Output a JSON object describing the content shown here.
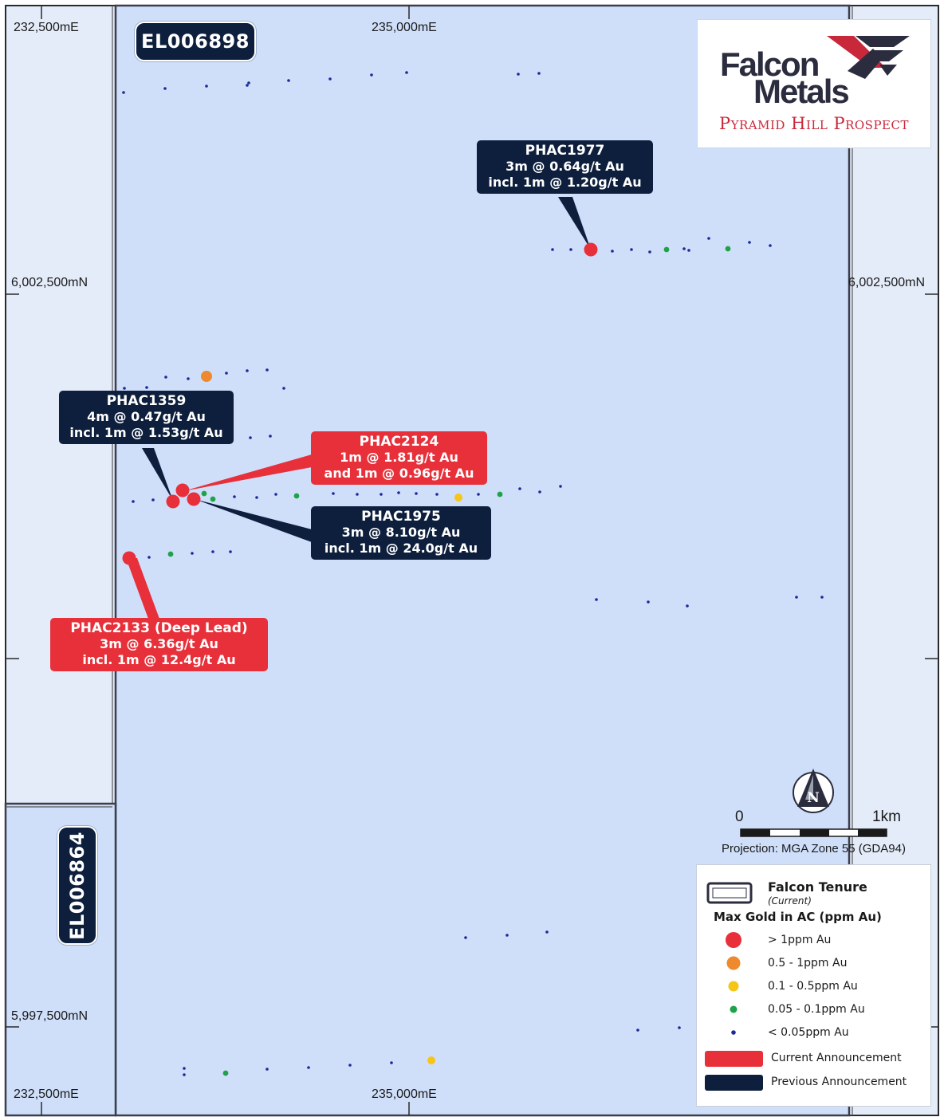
{
  "tenements": {
    "main": "EL006898",
    "southwest": "EL006864"
  },
  "grid_labels": {
    "e_west_top": "232,500mE",
    "e_mid_top": "235,000mE",
    "e_west_bottom": "232,500mE",
    "e_mid_bottom": "235,000mE",
    "n_upper_left": "6,002,500mN",
    "n_upper_right": "6,002,500mN",
    "n_lower_left": "5,997,500mN"
  },
  "logo": {
    "line1": "Falcon",
    "line2": "Metals",
    "subtitle": "Pyramid Hill Prospect"
  },
  "callouts": {
    "phac1977": {
      "title": "PHAC1977",
      "line1": "3m @ 0.64g/t Au",
      "line2": "incl. 1m @ 1.20g/t Au",
      "type": "previous"
    },
    "phac1359": {
      "title": "PHAC1359",
      "line1": "4m @ 0.47g/t Au",
      "line2": "incl. 1m @ 1.53g/t Au",
      "type": "previous"
    },
    "phac2124": {
      "title": "PHAC2124",
      "line1": "1m @ 1.81g/t Au",
      "line2": "and 1m @ 0.96g/t Au",
      "type": "current"
    },
    "phac1975": {
      "title": "PHAC1975",
      "line1": "3m @ 8.10g/t Au",
      "line2": "incl. 1m @ 24.0g/t Au",
      "type": "previous"
    },
    "phac2133": {
      "title": "PHAC2133 (Deep Lead)",
      "line1": "3m @ 6.36g/t Au",
      "line2": "incl. 1m @ 12.4g/t Au",
      "type": "current"
    }
  },
  "north_arrow": {
    "label": "N"
  },
  "scale_bar": {
    "start": "0",
    "end": "1km"
  },
  "projection": "Projection: MGA Zone 55 (GDA94)",
  "legend": {
    "tenure_title": "Falcon Tenure",
    "tenure_sub": "(Current)",
    "gold_title": "Max Gold in AC (ppm Au)",
    "classes": [
      {
        "label": "> 1ppm Au",
        "color": "#e8303a"
      },
      {
        "label": "0.5 - 1ppm Au",
        "color": "#ee8a2d"
      },
      {
        "label": "0.1 - 0.5ppm Au",
        "color": "#f5c518"
      },
      {
        "label": "0.05 - 0.1ppm Au",
        "color": "#1fa24a"
      },
      {
        "label": "< 0.05ppm Au",
        "color": "#1a2a9a"
      }
    ],
    "current_label": "Current Announcement",
    "previous_label": "Previous Announcement"
  },
  "colors": {
    "map_bg": "#cfdffa",
    "outer_bg": "#e4ecfa",
    "previous": "#0d1f3c",
    "current": "#e8303a"
  }
}
